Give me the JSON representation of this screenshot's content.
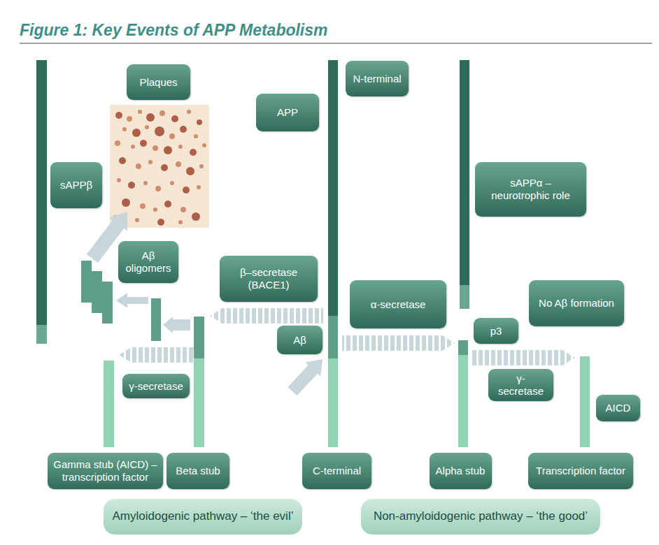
{
  "diagram": {
    "title": "Figure 1: Key Events of APP Metabolism",
    "nodes": [
      {
        "text": [
          "Plaques"
        ]
      },
      {
        "text": [
          "N-terminal"
        ]
      },
      {
        "text": [
          "APP"
        ]
      },
      {
        "text": [
          "sAPPβ"
        ]
      },
      {
        "text": [
          "sAPPα – neurotrophic role"
        ]
      },
      {
        "text": [
          "Aβ oligomers"
        ]
      },
      {
        "text": [
          "β–secretase (BACE1)"
        ]
      },
      {
        "text": [
          "α-secretase"
        ]
      },
      {
        "text": [
          "No Aβ formation"
        ]
      },
      {
        "text": [
          "Aβ"
        ]
      },
      {
        "text": [
          "p3"
        ]
      },
      {
        "text": [
          "γ-secretase"
        ]
      },
      {
        "text": [
          "γ-secretase"
        ]
      },
      {
        "text": [
          "AICD"
        ]
      },
      {
        "text": [
          "Gamma stub (AICD) – transcription factor"
        ]
      },
      {
        "text": [
          "Beta stub"
        ]
      },
      {
        "text": [
          "C-terminal"
        ]
      },
      {
        "text": [
          "Alpha stub"
        ]
      },
      {
        "text": [
          "Transcription factor"
        ]
      },
      {
        "text": [
          "Amyloidogenic pathway – ‘the evil’"
        ]
      },
      {
        "text": [
          "Non-amyloidogenic pathway – ‘the good’"
        ]
      }
    ]
  }
}
